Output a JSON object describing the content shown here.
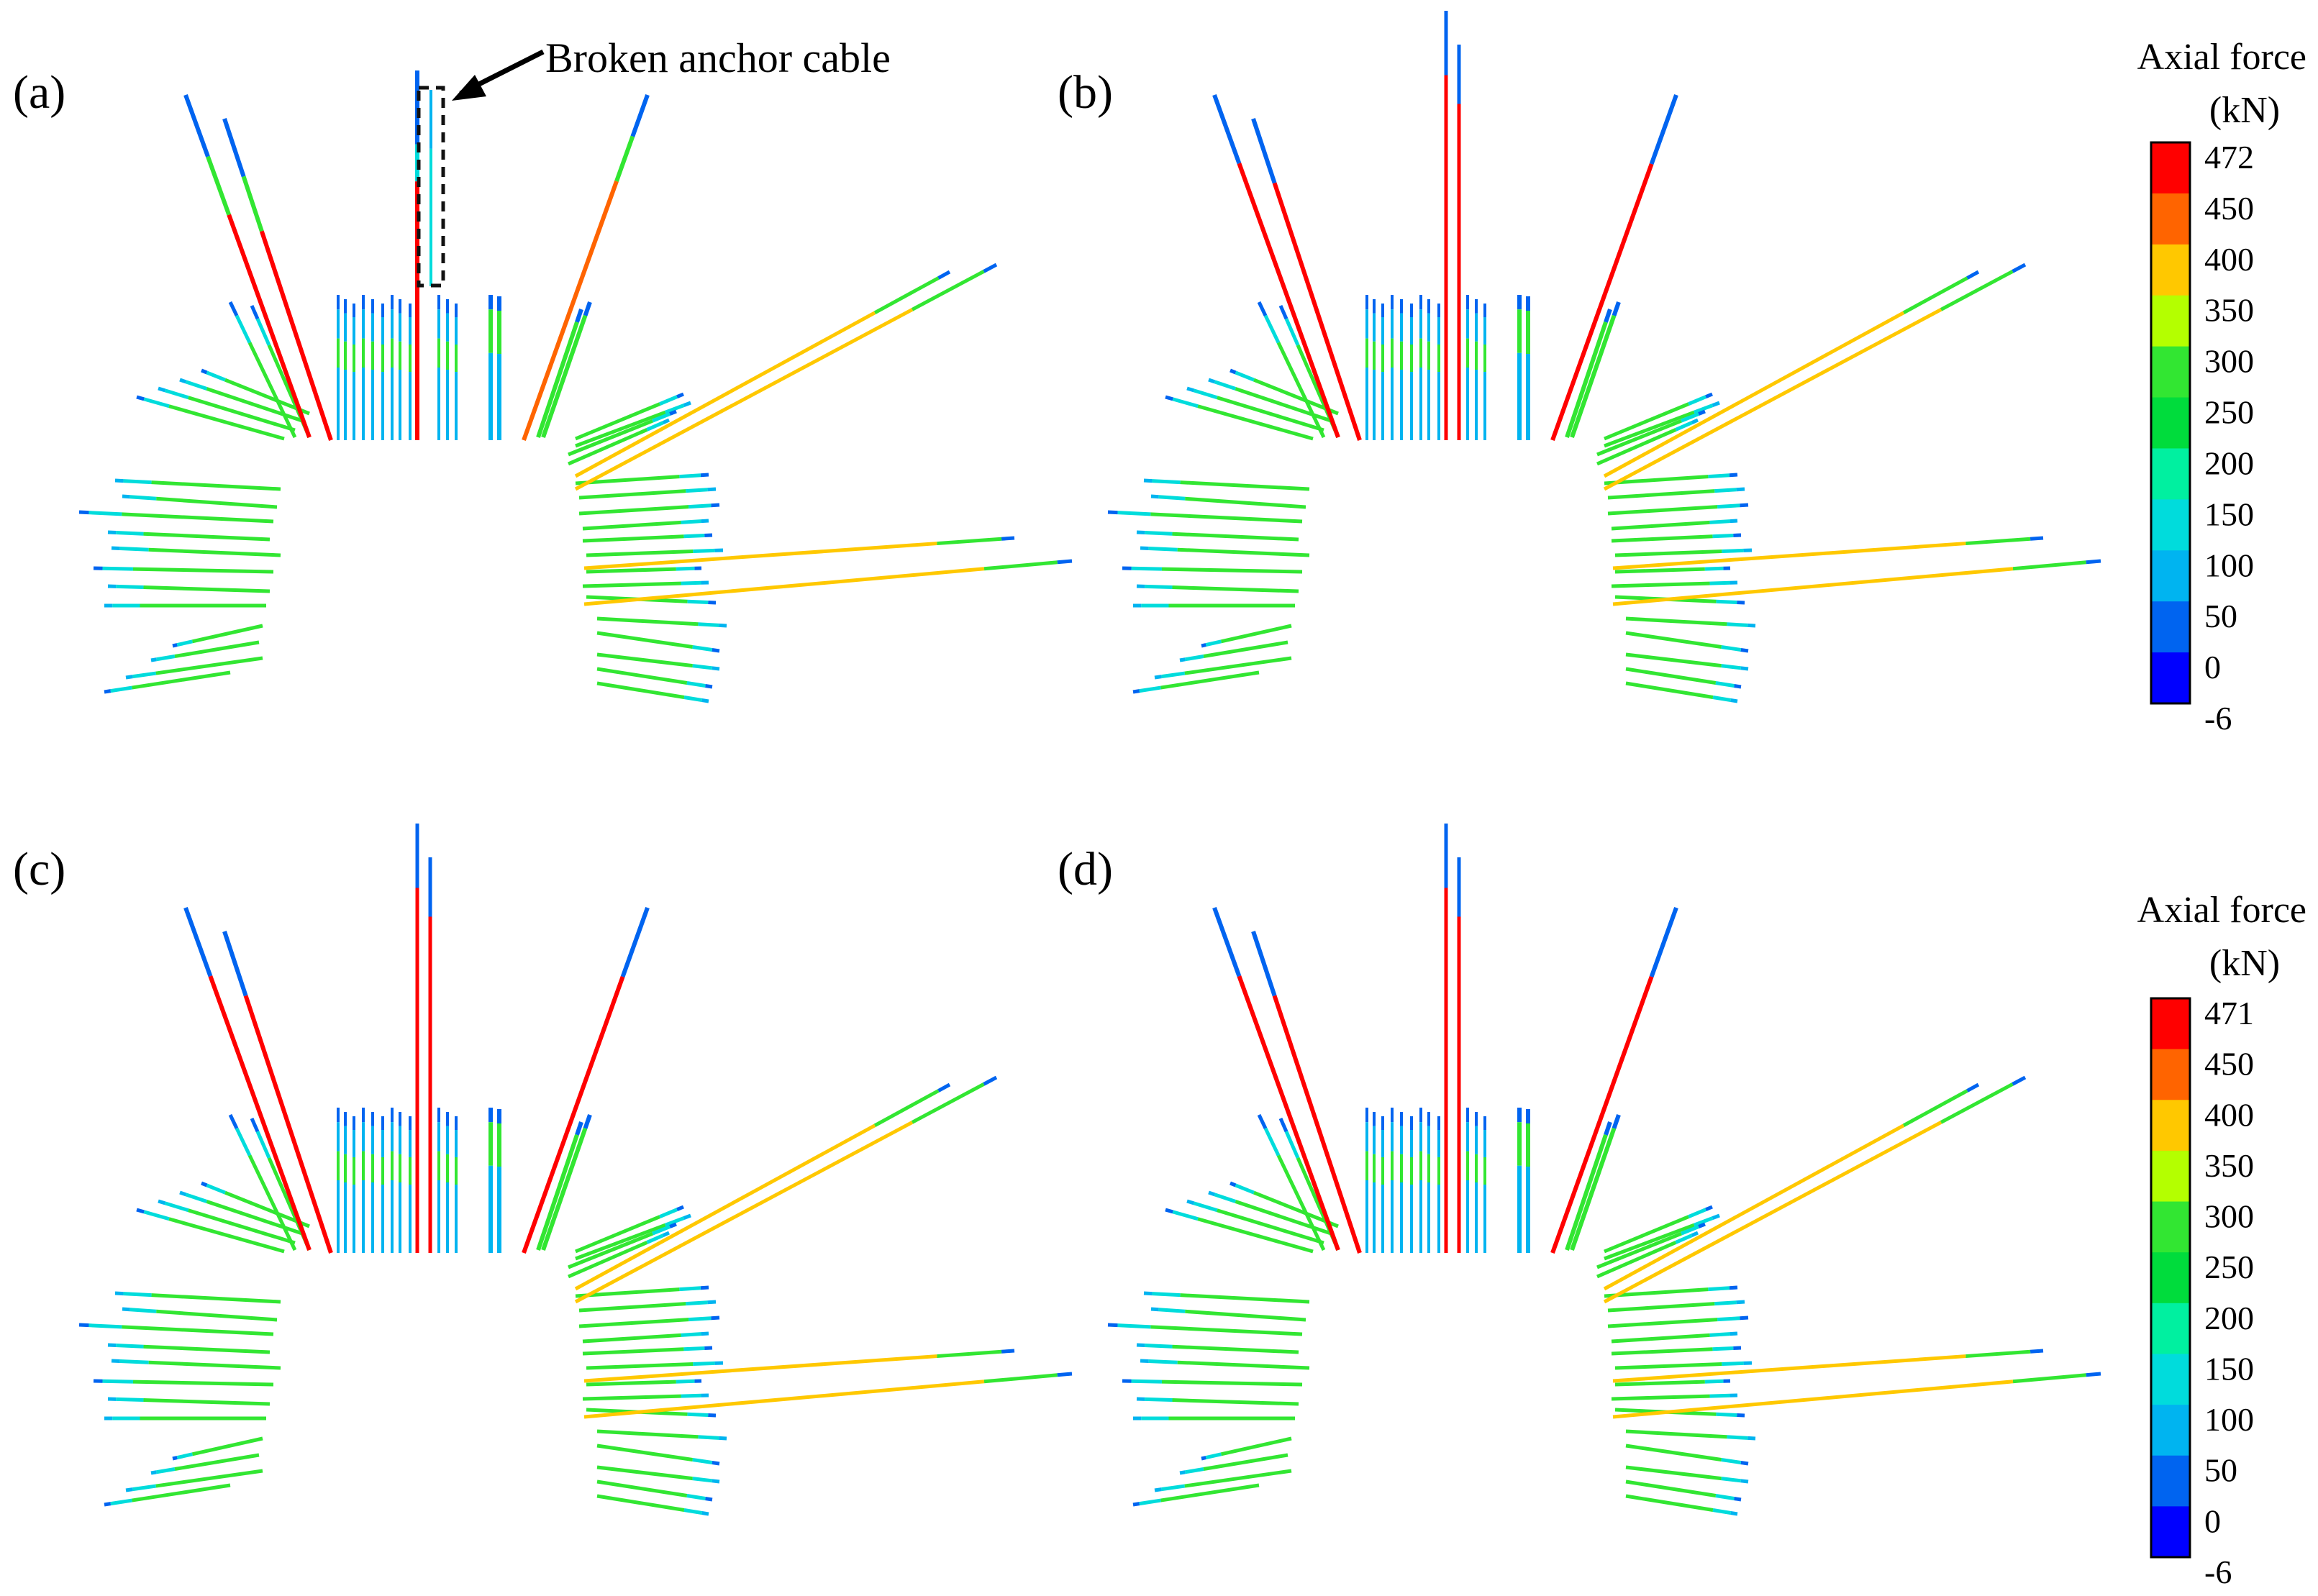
{
  "panels": [
    {
      "label": "(a)"
    },
    {
      "label": "(b)"
    },
    {
      "label": "(c)"
    },
    {
      "label": "(d)"
    }
  ],
  "annotation": {
    "text": "Broken anchor cable"
  },
  "legends": [
    {
      "title_line1": "Axial force",
      "title_line2": "(kN)",
      "ticks": [
        "472",
        "450",
        "400",
        "350",
        "300",
        "250",
        "200",
        "150",
        "100",
        "50",
        "0",
        "-6"
      ],
      "colors": [
        "#ff0000",
        "#ff6400",
        "#ffc800",
        "#b4ff00",
        "#32e632",
        "#00dc3c",
        "#00f0a0",
        "#00dcdc",
        "#00b4f0",
        "#0064f0",
        "#0000ff"
      ]
    },
    {
      "title_line1": "Axial force",
      "title_line2": "(kN)",
      "ticks": [
        "471",
        "450",
        "400",
        "350",
        "300",
        "250",
        "200",
        "150",
        "100",
        "50",
        "0",
        "-6"
      ],
      "colors": [
        "#ff0000",
        "#ff6400",
        "#ffc800",
        "#b4ff00",
        "#32e632",
        "#00dc3c",
        "#00f0a0",
        "#00dcdc",
        "#00b4f0",
        "#0064f0",
        "#0000ff"
      ]
    }
  ],
  "cable_colors": {
    "red": "#ff0000",
    "orange": "#ff6400",
    "yellow": "#ffc800",
    "green": "#32e632",
    "cyan": "#00dcdc",
    "lightblue": "#00b4f0",
    "blue": "#0064f0"
  }
}
